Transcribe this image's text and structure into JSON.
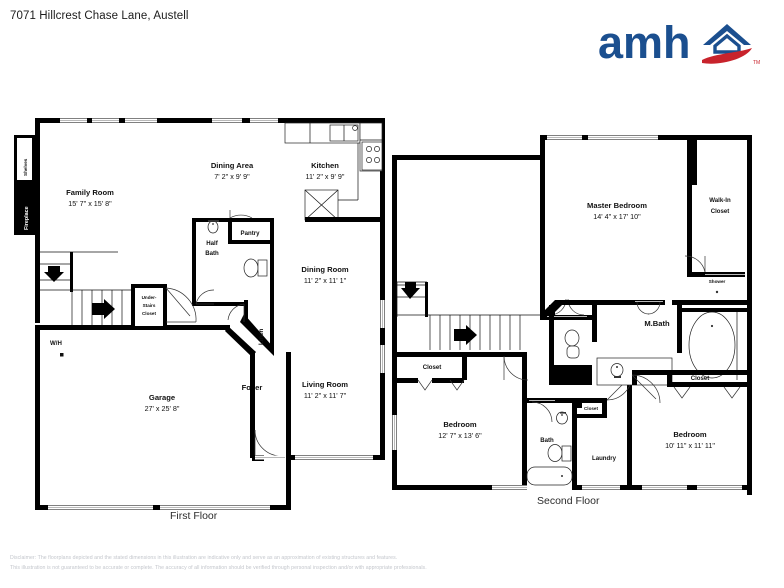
{
  "header": {
    "address": "7071 Hillcrest Chase Lane, Austell",
    "logo": {
      "wordmark": "amh",
      "icon_name": "house-roof-icon",
      "blue": "#1b4f8f",
      "red": "#c8232c",
      "trademark": "TM"
    }
  },
  "first_floor": {
    "caption": "First Floor",
    "rooms": [
      {
        "name": "Family Room",
        "dim": "15' 7\" x 15' 8\""
      },
      {
        "name": "Dining Area",
        "dim": "7' 2\" x 9' 9\""
      },
      {
        "name": "Kitchen",
        "dim": "11' 2\" x 9' 9\""
      },
      {
        "name": "Dining Room",
        "dim": "11' 2\" x 11' 1\""
      },
      {
        "name": "Living Room",
        "dim": "11' 2\" x 11' 7\""
      },
      {
        "name": "Garage",
        "dim": "27' x 25' 8\""
      },
      {
        "name": "Foyer",
        "dim": ""
      }
    ],
    "labels": {
      "fireplace": "Fireplace",
      "shelves": "Shelves",
      "pantry": "Pantry",
      "half_bath_l1": "Half",
      "half_bath_l2": "Bath",
      "linen": "Linen",
      "under_stairs_l1": "Under-",
      "under_stairs_l2": "Stairs",
      "under_stairs_l3": "Closet",
      "water_heater": "W/H"
    }
  },
  "second_floor": {
    "caption": "Second Floor",
    "rooms": [
      {
        "name": "Master Bedroom",
        "dim": "14' 4\" x 17' 10\""
      },
      {
        "name": "Bedroom",
        "dim": "12' 7\" x 13' 6\""
      },
      {
        "name": "Bedroom",
        "dim": "10' 11\" x 11' 11\""
      }
    ],
    "labels": {
      "walkin_l1": "Walk-In",
      "walkin_l2": "Closet",
      "mbath": "M.Bath",
      "shower": "Shower",
      "closet_stairs": "Closet",
      "closet_master": "Closet",
      "closet_tiny": "Closet",
      "bath": "Bath",
      "laundry": "Laundry"
    }
  },
  "disclaimer": {
    "line1": "Disclaimer: The floorplans depicted and the stated dimensions in this illustration are indicative only and serve as an approximation of existing structures and features.",
    "line2": "This illustration is not guaranteed to be accurate or complete. The accuracy of all information should be verified through personal inspection and/or with appropriate professionals."
  }
}
